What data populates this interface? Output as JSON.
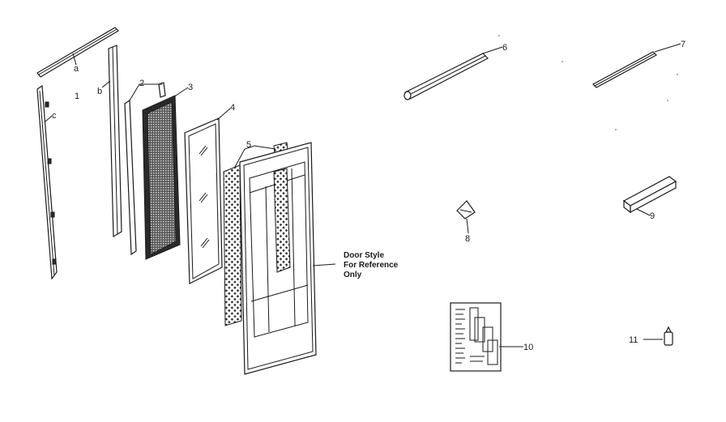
{
  "callouts": {
    "a": "a",
    "b": "b",
    "c": "c",
    "p1": "1",
    "p2": "2",
    "p3": "3",
    "p4": "4",
    "p5": "5",
    "p6": "6",
    "p7": "7",
    "p8": "8",
    "p9": "9",
    "p10": "10",
    "p11": "11"
  },
  "note": {
    "line1": "Door Style",
    "line2": "For Reference",
    "line3": "Only"
  }
}
